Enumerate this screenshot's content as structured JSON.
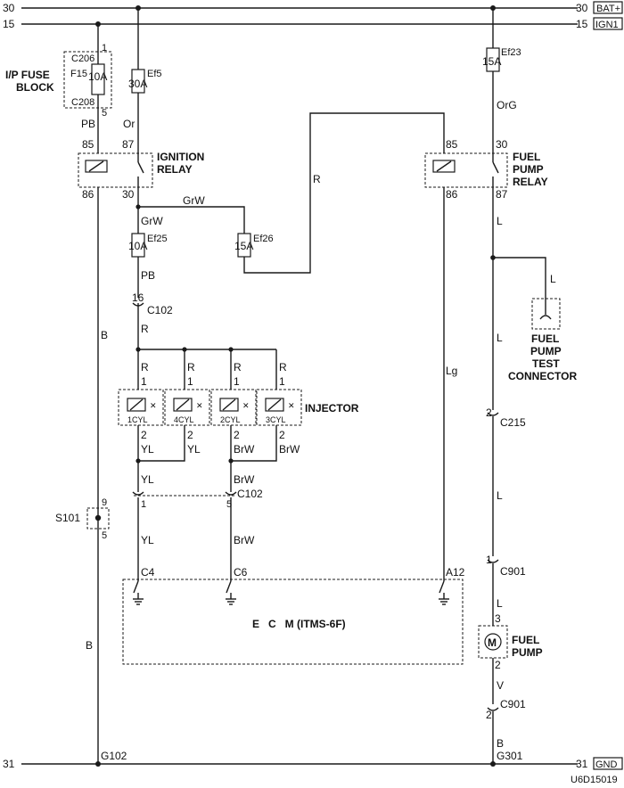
{
  "rails": {
    "bat_left": "30",
    "bat_right": "30",
    "bat_tag": "BAT+",
    "ign_left": "15",
    "ign_right": "15",
    "ign_tag": "IGN1",
    "gnd_left": "31",
    "gnd_right": "31",
    "gnd_tag": "GND"
  },
  "ip_fuse": {
    "title1": "I/P FUSE",
    "title2": "BLOCK",
    "connector_top": "C206",
    "pin_top": "1",
    "fuse_id": "F15",
    "rating": "10A",
    "connector_bottom": "C208",
    "pin_bottom": "5",
    "wire": "PB"
  },
  "ef5": {
    "id": "Ef5",
    "rating": "30A",
    "wire": "Or"
  },
  "ignition_relay": {
    "title1": "IGNITION",
    "title2": "RELAY",
    "pin_85": "85",
    "pin_87": "87",
    "pin_86": "86",
    "pin_30": "30"
  },
  "ef25": {
    "id": "Ef25",
    "rating": "10A",
    "wire_in": "GrW",
    "wire_out": "PB"
  },
  "ef26": {
    "id": "Ef26",
    "rating": "15A",
    "wire_in": "GrW",
    "wire_out": "R"
  },
  "c102_top": {
    "pin": "16",
    "connector": "C102",
    "wire": "R"
  },
  "injectors": {
    "title": "INJECTOR",
    "items": [
      {
        "cyl": "1CYL",
        "wire_in": "R",
        "pin_in": "1",
        "pin_out": "2",
        "wire_out": "YL"
      },
      {
        "cyl": "4CYL",
        "wire_in": "R",
        "pin_in": "1",
        "pin_out": "2",
        "wire_out": "YL"
      },
      {
        "cyl": "2CYL",
        "wire_in": "R",
        "pin_in": "1",
        "pin_out": "2",
        "wire_out": "BrW"
      },
      {
        "cyl": "3CYL",
        "wire_in": "R",
        "pin_in": "1",
        "pin_out": "2",
        "wire_out": "BrW"
      }
    ]
  },
  "c102_bottom": {
    "connector": "C102",
    "pin_left": "1",
    "pin_right": "5",
    "wire_left_in": "YL",
    "wire_right_in": "BrW",
    "wire_left_out": "YL",
    "wire_right_out": "BrW"
  },
  "ecm": {
    "title": "E   C   M (ITMS-6F)",
    "pin_c4": "C4",
    "pin_c6": "C6",
    "pin_a12": "A12"
  },
  "splice_s101": {
    "id": "S101",
    "pin_top": "9",
    "pin_bottom": "5"
  },
  "ground_left": {
    "wire_upper": "B",
    "wire_lower": "B",
    "ground": "G102"
  },
  "ef23": {
    "id": "Ef23",
    "rating": "15A",
    "wire": "OrG"
  },
  "fuel_pump_relay": {
    "title1": "FUEL",
    "title2": "PUMP",
    "title3": "RELAY",
    "pin_85": "85",
    "pin_30": "30",
    "pin_86": "86",
    "pin_87": "87",
    "wire_85": "R",
    "wire_86": "Lg",
    "wire_87": "L"
  },
  "test_connector": {
    "title1": "FUEL",
    "title2": "PUMP",
    "title3": "TEST",
    "title4": "CONNECTOR",
    "wire": "L"
  },
  "c215": {
    "pin": "2",
    "connector": "C215",
    "wire_in": "L",
    "wire_out": "L"
  },
  "c901_top": {
    "pin": "1",
    "connector": "C901"
  },
  "fuel_pump": {
    "title1": "FUEL",
    "title2": "PUMP",
    "wire_in": "L",
    "pin_top": "3",
    "pin_bottom": "2",
    "wire_out": "V"
  },
  "c901_bottom": {
    "pin": "2",
    "connector": "C901",
    "wire": "B",
    "ground": "G301"
  },
  "figure_id": "U6D15019"
}
